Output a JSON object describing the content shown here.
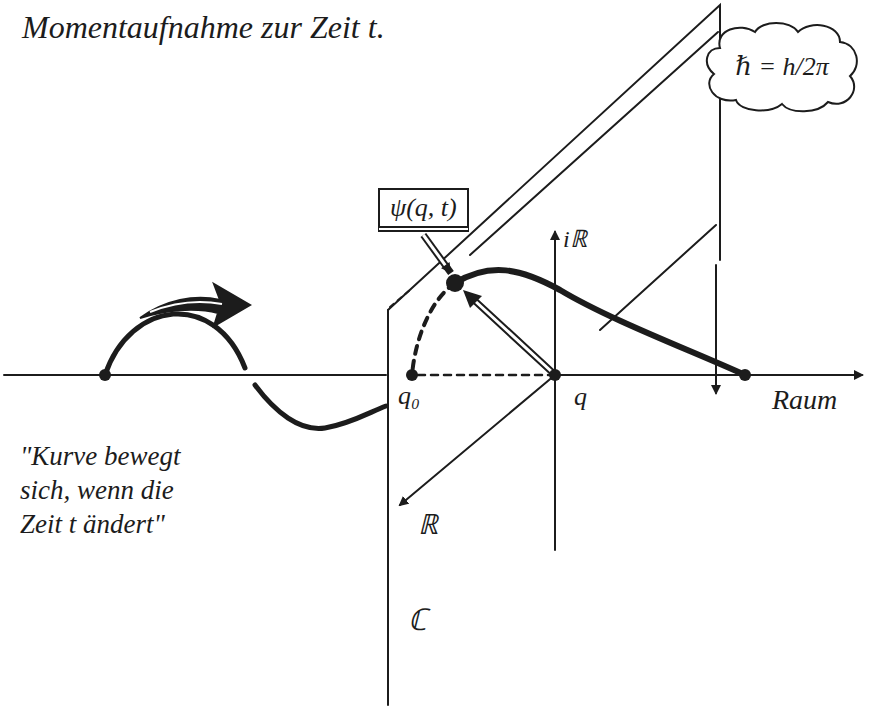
{
  "diagram": {
    "title": "Momentaufnahme zur Zeit t.",
    "nodes": [
      {
        "text": [
          "ψ(q, t)"
        ]
      },
      {
        "text": [
          "ℏ = h/2π"
        ]
      }
    ],
    "labels": [
      "iℝ",
      "q₀",
      "q",
      "Raum",
      "ℝ",
      "ℂ",
      "\"Kurve bewegt sich, wenn die Zeit t ändert\""
    ]
  }
}
